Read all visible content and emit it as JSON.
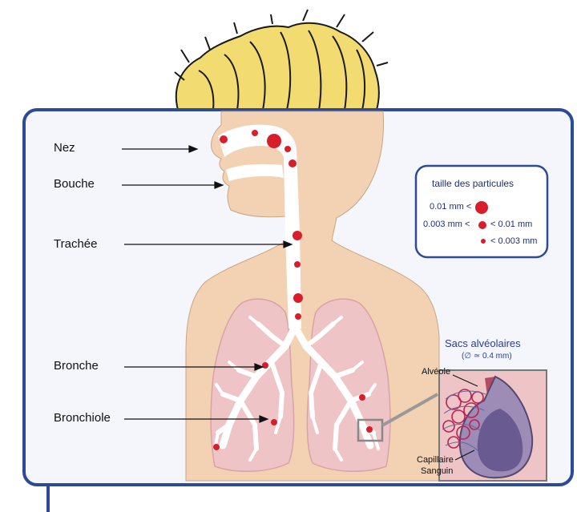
{
  "organs": {
    "nose": "Nez",
    "mouth": "Bouche",
    "trachea": "Trachée",
    "bronchus": "Bronche",
    "bronchiole": "Bronchiole"
  },
  "legend": {
    "title": "taille des particules",
    "large": "0.01 mm <",
    "medium_left": "0.003 mm <",
    "medium_right": "< 0.01 mm",
    "small": "< 0.003 mm"
  },
  "inset": {
    "title": "Sacs alvéolaires",
    "subtitle": "(∅ ≃ 0.4 mm)",
    "alveolus": "Alvéole",
    "capillary_line1": "Capillaire",
    "capillary_line2": "Sanguin"
  },
  "colors": {
    "frame": "#2b4a9c",
    "panel": "#f4f6fb",
    "skin": "#f3d2b3",
    "lung": "#efc4c6",
    "airway": "#ffffff",
    "particle": "#d81e2a",
    "hair": "#f2dc72"
  }
}
